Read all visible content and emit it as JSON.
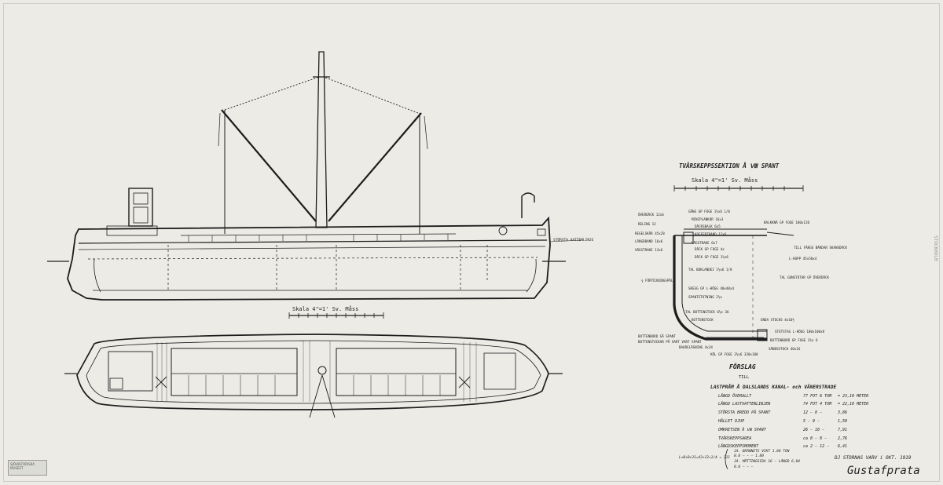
{
  "scale_label_profile": "Skala 4\"=1' Sv. Måss",
  "scale_label_section": "Skala 4\"=1' Sv. Måss",
  "section_title": "TVÄRSKEPPSSEKTION Å Ⅷ SPANT",
  "waterline_label": "STÖRSTA VATTENLINJE",
  "section_labels": {
    "l1": "ÖVERDÄCK 12x6",
    "l2": "RELING 12",
    "l3": "REGELSKÄR 45x28",
    "l4": "LÄNGDBAND 16x6",
    "l5": "VÄGSTRAKE 13x6",
    "l6": "GÅNG GP FOGE 1½x6 1/8",
    "l7": "MINIPLANKOR 16x3",
    "l8": "DÄCKSBALK 6x5",
    "l9": "KOFFERTBAND 12x6",
    "l10": "VÄGSTRAKE 6x7",
    "l11": "DÄCK GP FOGE 4x",
    "l12": "DÄCK GP FOGE 1½x6",
    "l13": "BALKKNÄ GP FOGE 180x120",
    "l14": "TILL FÄRGE BÄRDAR SKANSDÄCK",
    "l15": "L-HOPP 45x50x4",
    "l16": "TAL BUKLANDEI 1½x6 1/8",
    "l17": "TAL GUNSTOTAR GP ÖVERDÄCK",
    "l18": "¾ FÖRTÖJNINGSPÅLE",
    "l19": "SKEGG GP L-HÖGG 40x40x4",
    "l20": "SPANTSTOTNING 2½x",
    "l21": "TAL BOTTENSTOCK 6½x 36",
    "l22": "BOTTENSTOCK",
    "l23": "BOTTENBORD GÅ SPANT",
    "l24": "BOTTENSTOCKAR PÅ VART VART SPANT",
    "l25": "ENDA STOCKS 4x10½",
    "l26": "STOTSTAG L-HÖGG 100x100x8",
    "l27": "BAUDELÄGNING 4x34",
    "l28": "BOTTENBORD GP FOGE 3½x 6",
    "l29": "SÄNDSSTOCK 40x16",
    "l30": "KÖL GP FOGE 2½x6 320x100"
  },
  "heading": "FÖRSLAG",
  "sub": "TILL",
  "spec_title": "LASTPRÅM Å DALSLANDS KANAL- och VÄNERSTRADE",
  "specs": [
    {
      "label": "LÄNGD ÖVERALLT",
      "a": "77 FOT 6 TUM",
      "b": "= 23,10 METER"
    },
    {
      "label": "LÄNGD LASTVATTENLINJEN",
      "a": "74 FOT 4 TUM",
      "b": "= 22,10 METER"
    },
    {
      "label": "STÖRSTA BREDD PÅ SPANT",
      "a": "12 — 8 —",
      "b": "3,86"
    },
    {
      "label": "HÅLLET DJUP",
      "a": "5 — 9 —",
      "b": "1,50"
    },
    {
      "label": "OMKRETSEN Å Ⅷ SPANT",
      "a": "26 — 10 —",
      "b": "7,91"
    },
    {
      "label": "TVÄRSKEPPSAREA",
      "a": "ca 8 — 8 —",
      "b": "2,76"
    },
    {
      "label": "LÄNGDSKEPPSMOMENT",
      "a": "ca 2 — 12 —",
      "b": "6,41"
    }
  ],
  "bottom": {
    "formula": "L+B+D+31=43+12=1/4 = 311",
    "r1": "JA. BRÄNNETS VIKT 1.80 TON",
    "r2": "0.8 — — —   1.80",
    "r3": "JA. MÄTTINGSIDA 16 — LÄNGD 6,04",
    "r4": "0.8 — — —",
    "place": "DJ STORNAS VARV i OKT. 1919",
    "signature": "Gustafprata"
  },
  "stamp_text": "SJÖHISTORISKA MUSEET",
  "side_text": "STOCKHOLM"
}
